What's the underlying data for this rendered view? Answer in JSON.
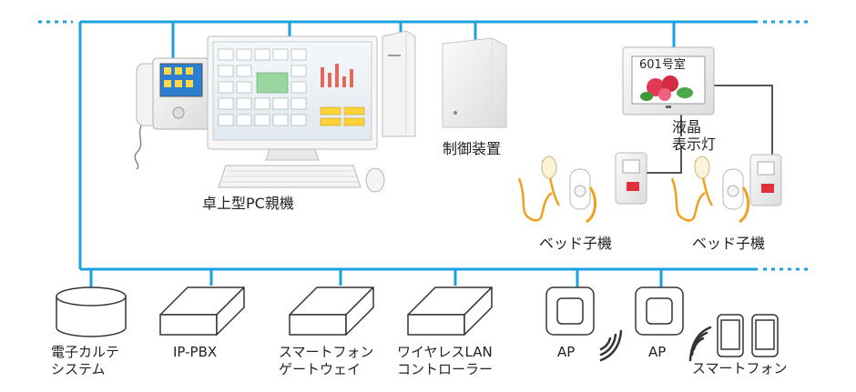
{
  "labels": {
    "desktop_pc_master": "卓上型PC親機",
    "control_unit": "制御装置",
    "lcd_display_lamp": "液晶\n表示灯",
    "room_number": "601号室",
    "bed_unit_1": "ベッド子機",
    "bed_unit_2": "ベッド子機",
    "ehr_system": "電子カルテ\nシステム",
    "ip_pbx": "IP-PBX",
    "smartphone_gateway": "スマートフォン\nゲートウェイ",
    "wireless_lan_controller": "ワイヤレスLAN\nコントローラー",
    "ap_1": "AP",
    "ap_2": "AP",
    "smartphone": "スマートフォン"
  },
  "colors": {
    "network_line": "#1aa0dc",
    "device_line": "#555555",
    "accent_orange": "#f0a020",
    "alarm_red": "#e0303a"
  },
  "icons": [
    "handset-icon",
    "monitor-icon",
    "keyboard-icon",
    "mouse-icon",
    "pc-tower-icon",
    "control-box-icon",
    "lcd-panel-icon",
    "wall-switch-icon",
    "nurse-call-handset-icon",
    "database-icon",
    "box-icon",
    "access-point-icon",
    "wifi-waves-icon",
    "smartphone-icon"
  ]
}
